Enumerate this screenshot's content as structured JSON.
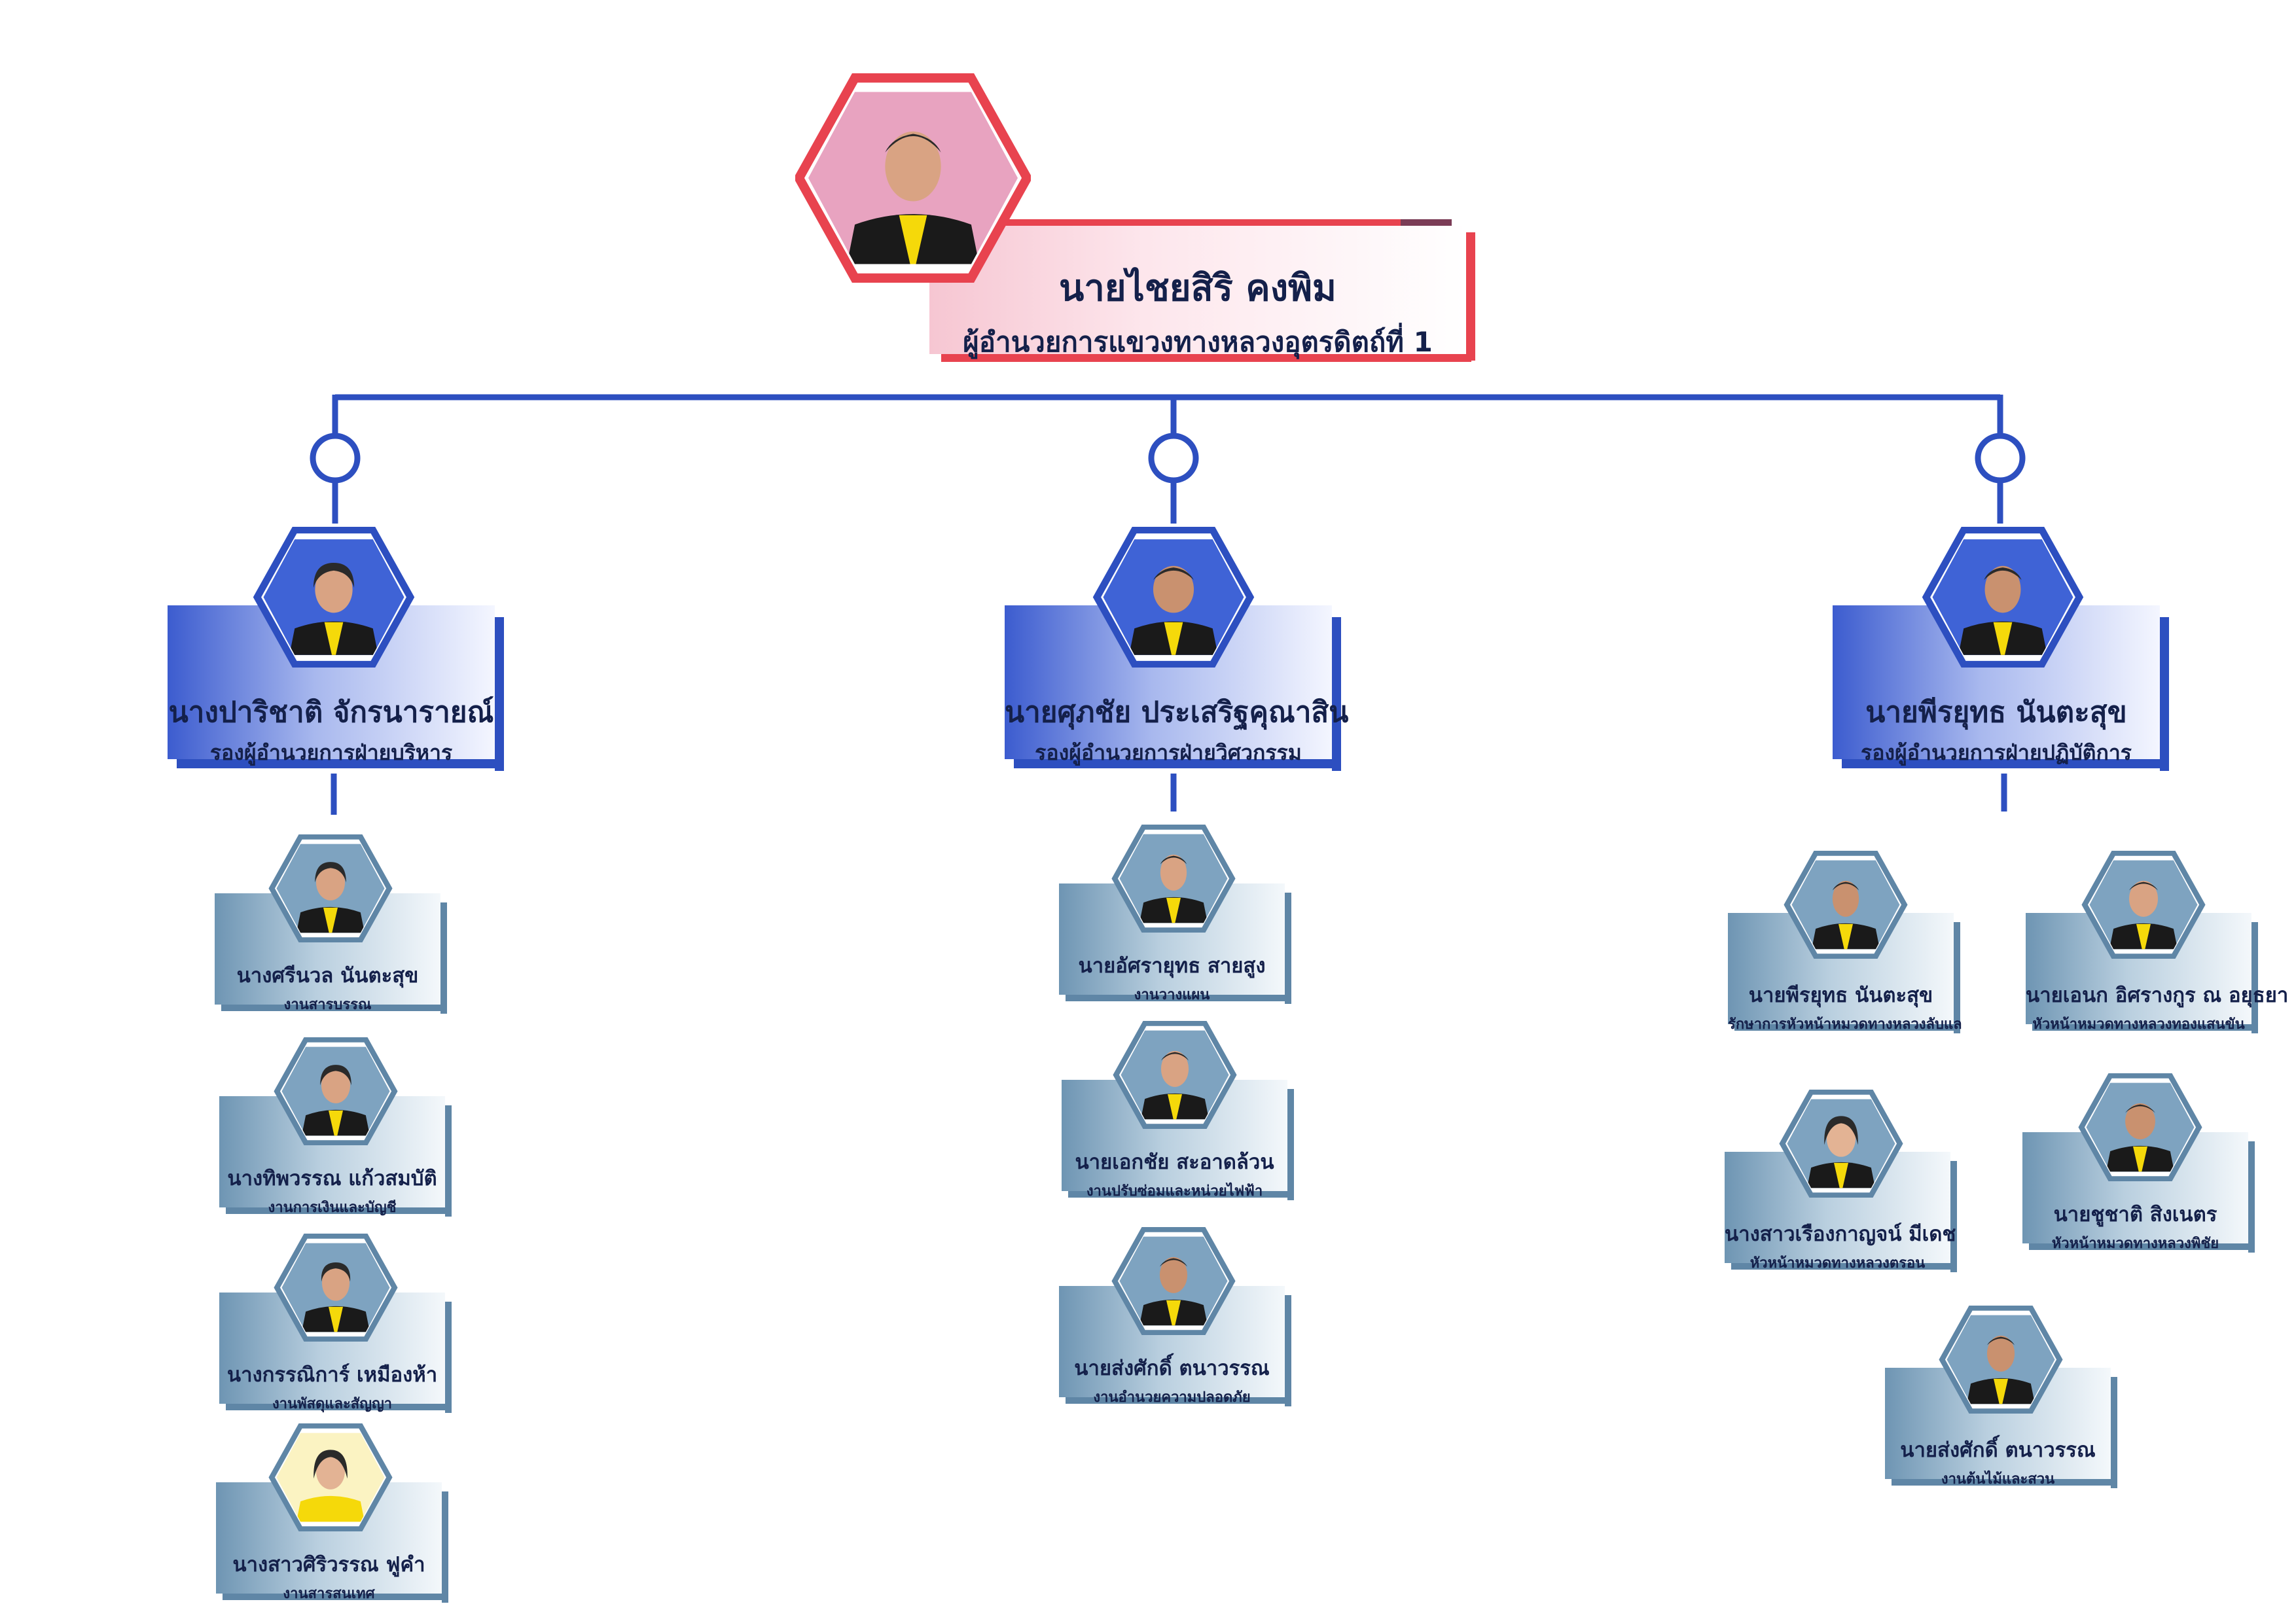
{
  "director": {
    "name": "นายไชยสิริ คงพิม",
    "role": "ผู้อำนวยการแขวงทางหลวงอุตรดิตถ์ที่ 1"
  },
  "deputies": [
    {
      "name": "นางปาริชาติ จักรนารายณ์",
      "role": "รองผู้อำนวยการฝ่ายบริหาร"
    },
    {
      "name": "นายศุภชัย ประเสริฐคุณาสิน",
      "role": "รองผู้อำนวยการฝ่ายวิศวกรรม"
    },
    {
      "name": "นายพีรยุทธ นันตะสุข",
      "role": "รองผู้อำนวยการฝ่ายปฏิบัติการ"
    }
  ],
  "admin_staff": [
    {
      "name": "นางศรีนวล นันตะสุข",
      "role": "งานสารบรรณ"
    },
    {
      "name": "นางทิพวรรณ แก้วสมบัติ",
      "role": "งานการเงินและบัญชี"
    },
    {
      "name": "นางกรรณิการ์ เหมืองห้า",
      "role": "งานพัสดุและสัญญา"
    },
    {
      "name": "นางสาวศิริวรรณ ฟูคำ",
      "role": "งานสารสนเทศ"
    }
  ],
  "eng_staff": [
    {
      "name": "นายอัศรายุทธ สายสูง",
      "role": "งานวางแผน"
    },
    {
      "name": "นายเอกชัย สะอาดล้วน",
      "role": "งานปรับซ่อมและหน่วยไฟฟ้า"
    },
    {
      "name": "นายส่งศักดิ์  ตนาวรรณ",
      "role": "งานอำนวยความปลอดภัย"
    }
  ],
  "ops_staff": [
    {
      "name": "นายพีรยุทธ นันตะสุข",
      "role": "รักษาการหัวหน้าหมวดทางหลวงลับแล"
    },
    {
      "name": "นายเอนก อิศรางกูร ณ อยุธยา",
      "role": "หัวหน้าหมวดทางหลวงทองแสนขัน"
    },
    {
      "name": "นางสาวเรืองกาญจน์ มีเดช",
      "role": "หัวหน้าหมวดทางหลวงตรอน"
    },
    {
      "name": "นายชูชาติ สิงเนตร",
      "role": "หัวหน้าหมวดทางหลวงพิชัย"
    },
    {
      "name": "นายส่งศักดิ์  ตนาวรรณ",
      "role": "งานต้นไม้และสวน"
    }
  ],
  "colors": {
    "director_accent": "#e8434f",
    "deputy_accent": "#2d4fc0",
    "staff_accent": "#5f86a6",
    "connector": "#2d4fc0",
    "shirt_yellow": "#f5d90a",
    "jacket": "#1a1a1a"
  },
  "icons": {
    "photo": "person-photo-icon"
  }
}
